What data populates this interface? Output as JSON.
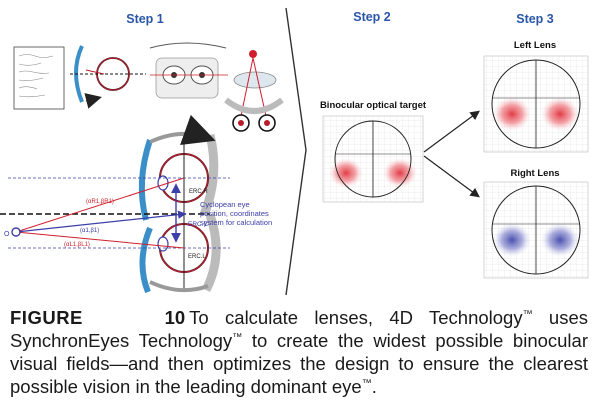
{
  "steps": {
    "step1": "Step 1",
    "step2": "Step 2",
    "step3": "Step 3"
  },
  "step2": {
    "target_label": "Binocular optical target"
  },
  "step3": {
    "left_lens": "Left Lens",
    "right_lens": "Right Lens"
  },
  "step1_diagram": {
    "label_er_r": "ERC.R",
    "label_er_c": "ERC.C",
    "label_er_l": "ERC.L",
    "label_ar1": "(αR1,βR1)",
    "label_a1": "(α1,β1)",
    "label_al1": "(αL1,βL1)",
    "label_o": "O",
    "cyclopean_note": [
      "Cyclopean eye",
      "position, coordinates",
      "system for calculation"
    ]
  },
  "colors": {
    "step_heading": "#2b56a8",
    "left_map": "#e0313c",
    "right_map": "#4a4fb0",
    "lens_blue": "#3a8fc9"
  },
  "caption": {
    "label": "FIGURE",
    "number": "10",
    "seg1": "To calculate lenses, 4D Technology",
    "seg2": " uses SynchronEyes Technology",
    "seg3": " to create the widest possible binocular visual fields—and then optimizes the design to ensure the clearest possible vision in the leading dominant eye",
    "seg4": ".",
    "tm": "™"
  }
}
